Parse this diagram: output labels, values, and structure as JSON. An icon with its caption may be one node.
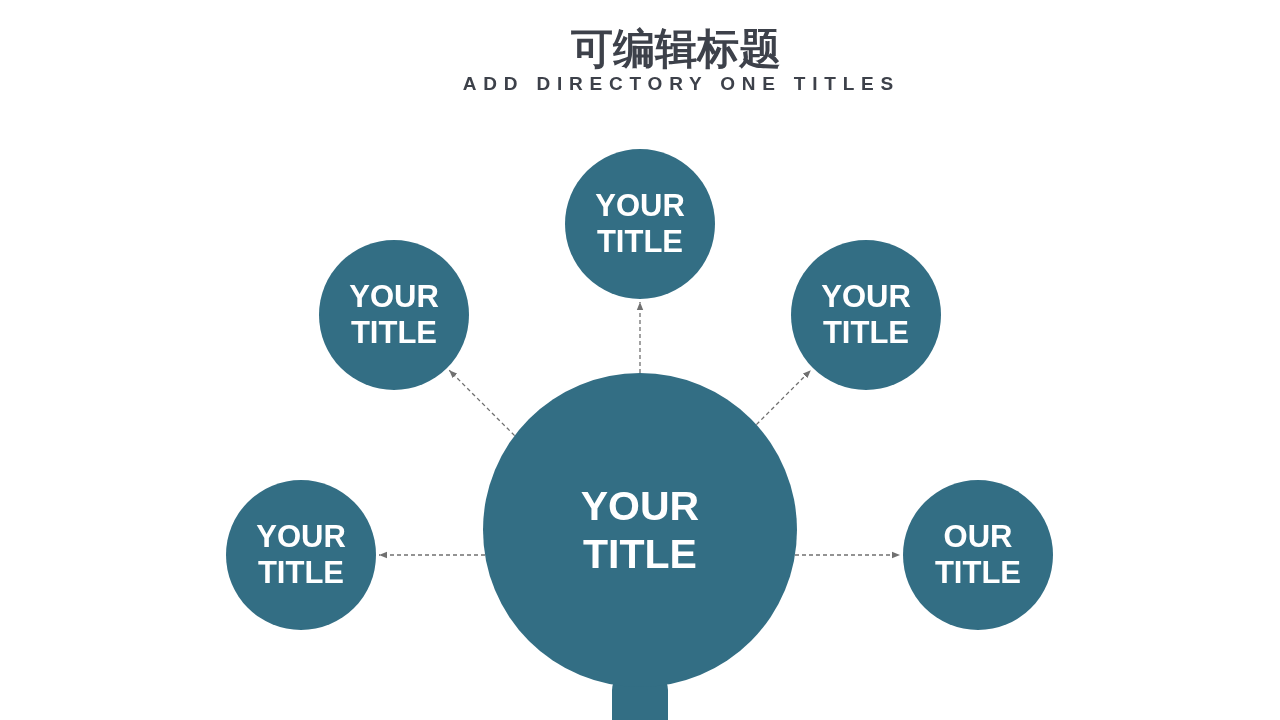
{
  "diagram": {
    "title": "可编辑标题",
    "nodes": [
      {
        "text": [
          "YOUR TITLE"
        ]
      },
      {
        "text": [
          "YOUR TITLE"
        ]
      },
      {
        "text": [
          "YOUR TITLE"
        ]
      },
      {
        "text": [
          "YOUR TITLE"
        ]
      },
      {
        "text": [
          "YOUR TITLE"
        ]
      },
      {
        "text": [
          "OUR TITLE"
        ]
      }
    ],
    "edges": [
      {
        "from": 3,
        "to": 4,
        "arrow": "to",
        "style": "dashed"
      },
      {
        "from": 3,
        "to": 1,
        "arrow": "to",
        "style": "dashed"
      },
      {
        "from": 3,
        "to": 0,
        "arrow": "to",
        "style": "dashed"
      },
      {
        "from": 3,
        "to": 2,
        "arrow": "to",
        "style": "dashed"
      },
      {
        "from": 3,
        "to": 5,
        "arrow": "to",
        "style": "dashed"
      }
    ],
    "labels": [
      "ADD DIRECTORY ONE TITLES"
    ]
  }
}
